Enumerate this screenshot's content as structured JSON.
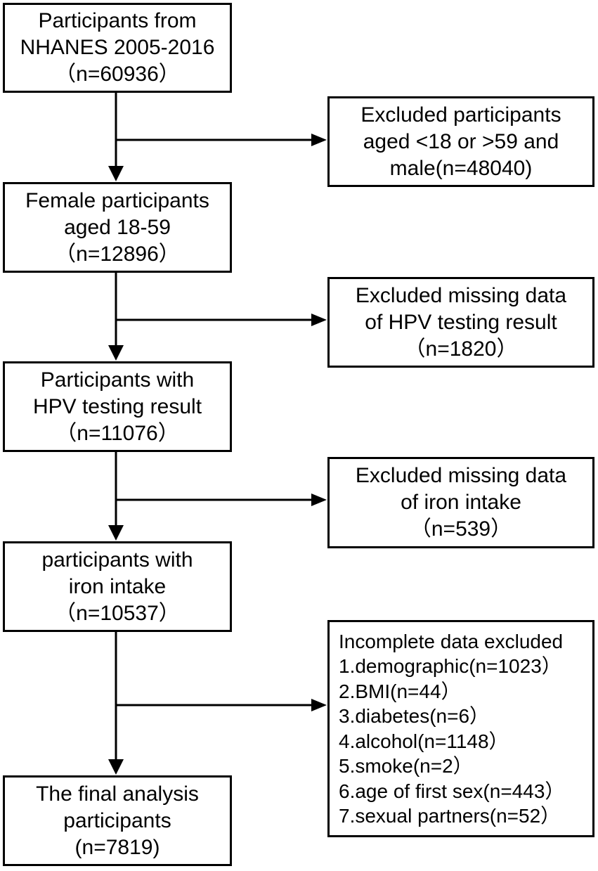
{
  "main_boxes": [
    {
      "lines": [
        "Participants from",
        "NHANES 2005-2016",
        "（n=60936）"
      ]
    },
    {
      "lines": [
        "Female participants",
        "aged 18-59",
        "（n=12896）"
      ]
    },
    {
      "lines": [
        "Participants with",
        "HPV testing result",
        "（n=11076）"
      ]
    },
    {
      "lines": [
        "participants with",
        "iron intake",
        "（n=10537）"
      ]
    },
    {
      "lines": [
        "The final analysis",
        "participants",
        "(n=7819)"
      ]
    }
  ],
  "exclusion_boxes": [
    {
      "lines": [
        "Excluded participants",
        "aged <18 or >59 and",
        "male(n=48040)"
      ]
    },
    {
      "lines": [
        "Excluded missing data",
        "of HPV testing result",
        "（n=1820）"
      ]
    },
    {
      "lines": [
        "Excluded missing data",
        "of iron intake",
        "（n=539）"
      ]
    },
    {
      "lines": [
        "Incomplete data excluded",
        "1.demographic(n=1023）",
        "2.BMI(n=44）",
        "3.diabetes(n=6）",
        "4.alcohol(n=1148）",
        "5.smoke(n=2）",
        "6.age of first sex(n=443）",
        "7.sexual partners(n=52）"
      ]
    }
  ],
  "colors": {
    "line": "#000000",
    "background": "#ffffff",
    "text": "#000000"
  }
}
